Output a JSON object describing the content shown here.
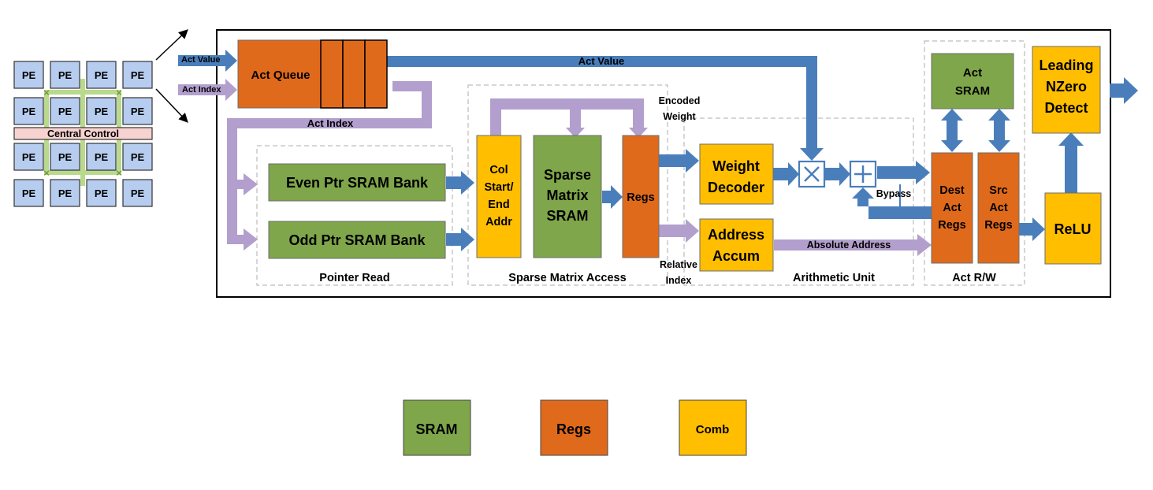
{
  "colors": {
    "sram": "#7fa64a",
    "regs": "#e06a1b",
    "comb": "#ffbe00",
    "blue_arrow": "#4a7ebb",
    "purple_arrow": "#b29fcd",
    "pe": "#b7cdf0",
    "central_control": "#f6d3d1"
  },
  "pe_array": {
    "pe_label": "PE",
    "central_control": "Central Control"
  },
  "blocks": {
    "act_queue": "Act Queue",
    "even_ptr": "Even Ptr SRAM Bank",
    "odd_ptr": "Odd Ptr SRAM Bank",
    "col_addr": [
      "Col",
      "Start/",
      "End",
      "Addr"
    ],
    "sparse_sram": [
      "Sparse",
      "Matrix",
      "SRAM"
    ],
    "regs_mid": "Regs",
    "weight_decoder": [
      "Weight",
      "Decoder"
    ],
    "address_accum": [
      "Address",
      "Accum"
    ],
    "act_sram": [
      "Act",
      "SRAM"
    ],
    "dest_regs": [
      "Dest",
      "Act",
      "Regs"
    ],
    "src_regs": [
      "Src",
      "Act",
      "Regs"
    ],
    "leading_nzero": [
      "Leading",
      "NZero",
      "Detect"
    ],
    "relu": "ReLU"
  },
  "signals": {
    "act_value_in": "Act Value",
    "act_index_in": "Act Index",
    "act_value_bus": "Act Value",
    "act_index_bus": "Act Index",
    "encoded_weight": [
      "Encoded",
      "Weight"
    ],
    "relative_index": [
      "Relative",
      "Index"
    ],
    "absolute_address": "Absolute Address",
    "bypass": "Bypass"
  },
  "stages": {
    "pointer_read": "Pointer Read",
    "sparse_access": "Sparse Matrix Access",
    "arithmetic": "Arithmetic Unit",
    "act_rw": "Act R/W"
  },
  "legend": {
    "sram": "SRAM",
    "regs": "Regs",
    "comb": "Comb"
  }
}
